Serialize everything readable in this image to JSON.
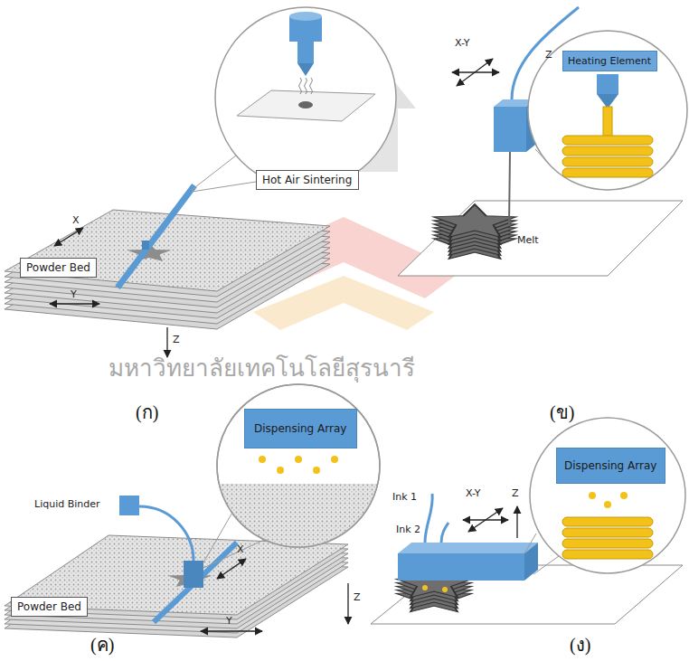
{
  "diagram": {
    "nodes": [
      {
        "text": [
          "Hot Air Sintering"
        ]
      },
      {
        "text": [
          "Powder Bed"
        ]
      },
      {
        "text": [
          "Heating Element"
        ]
      },
      {
        "text": [
          "Dispensing Array"
        ]
      },
      {
        "text": [
          "Powder Bed"
        ]
      },
      {
        "text": [
          "Dispensing Array"
        ]
      }
    ],
    "labels": [
      "X",
      "Y",
      "Z",
      "(ก)",
      "X-Y",
      "Z",
      "Melt",
      "(ข)",
      "Liquid Binder",
      "X",
      "Y",
      "Z",
      "(ค)",
      "Ink 1",
      "Ink 2",
      "X-Y",
      "Z",
      "(ง)",
      "มหาวิทยาลัยเทคโนโลยีสุรนารี"
    ]
  }
}
